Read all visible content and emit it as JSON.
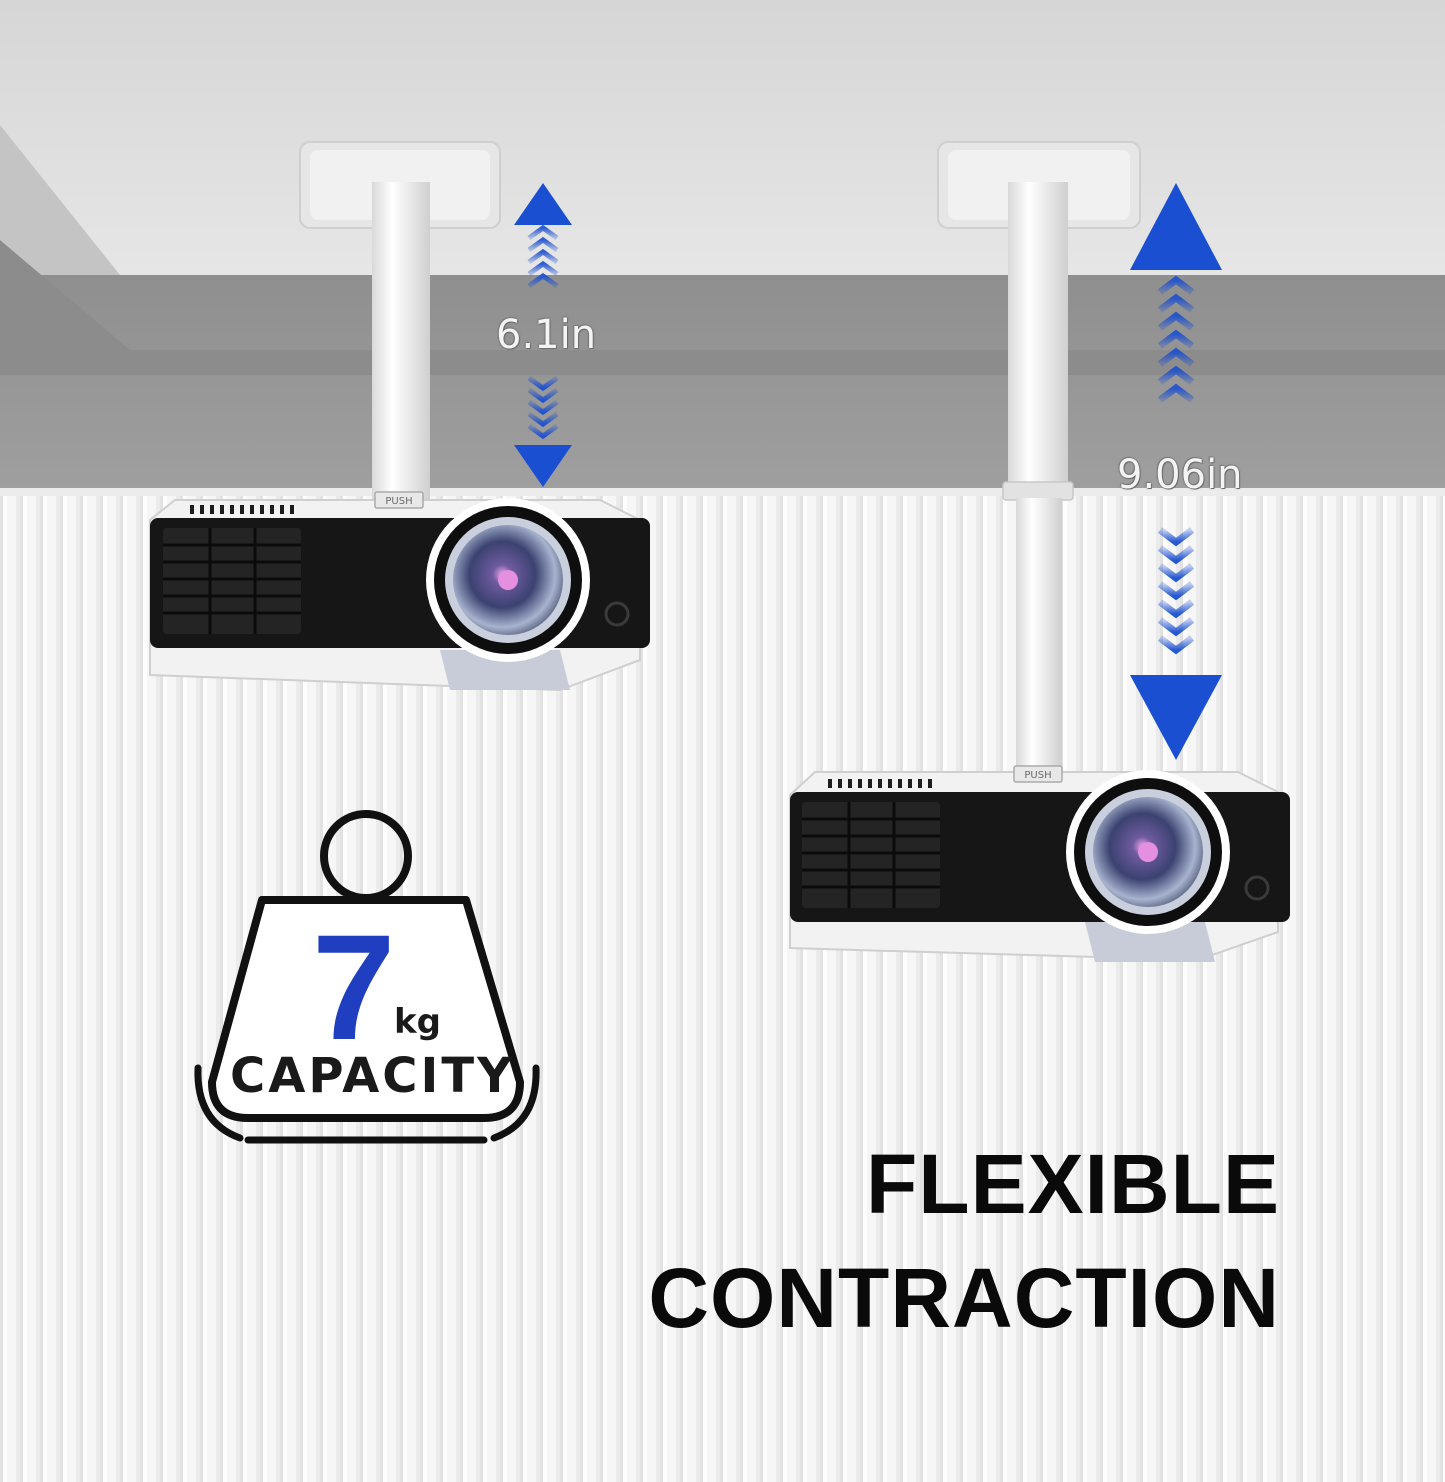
{
  "headline": {
    "line1": "FLEXIBLE",
    "line2": "CONTRACTION"
  },
  "measurements": {
    "short_extension": "6.1in",
    "long_extension": "9.06in"
  },
  "capacity_badge": {
    "number": "7",
    "unit": "kg",
    "label": "CAPACITY"
  },
  "projector_labels": {
    "push_button": "PUSH"
  },
  "colors": {
    "arrow_blue": "#1a4fd1",
    "capacity_number_blue": "#1f3fc0",
    "ceiling_gray": "#9a9a9a",
    "wall_white": "#f3f3f3",
    "projector_black": "#161616"
  },
  "icons": {
    "arrow": "double-headed-vertical-arrow-icon",
    "weight": "kettlebell-weight-icon"
  }
}
